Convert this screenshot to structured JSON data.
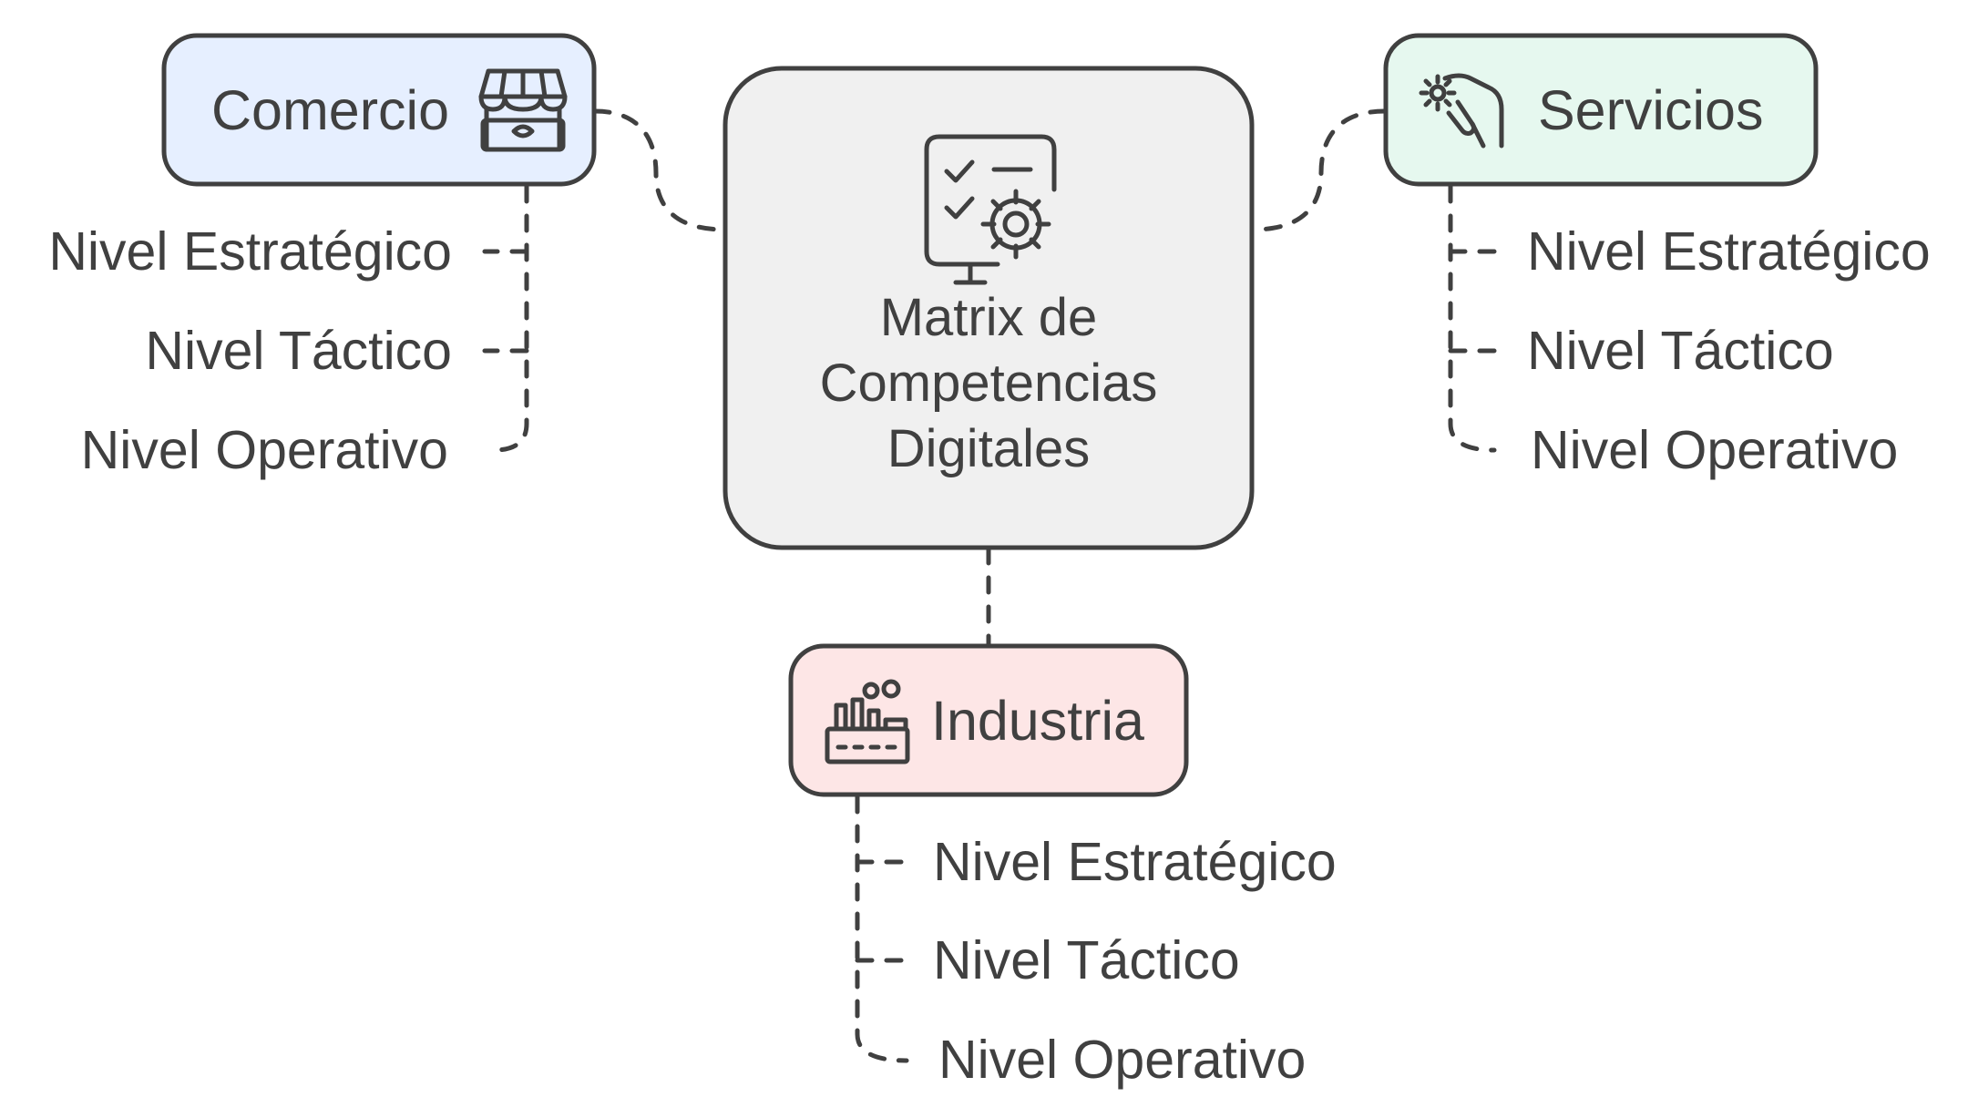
{
  "center": {
    "lines": [
      "Matrix de",
      "Competencias",
      "Digitales"
    ],
    "icon": "checklist-gear-monitor-icon"
  },
  "branches": [
    {
      "id": "comercio",
      "title": "Comercio",
      "icon": "market-stall-icon",
      "fill": "#e6efff",
      "items": [
        "Nivel Estratégico",
        "Nivel Táctico",
        "Nivel Operativo"
      ]
    },
    {
      "id": "servicios",
      "title": "Servicios",
      "icon": "hand-gear-icon",
      "fill": "#e6f8ef",
      "items": [
        "Nivel Estratégico",
        "Nivel Táctico",
        "Nivel Operativo"
      ]
    },
    {
      "id": "industria",
      "title": "Industria",
      "icon": "factory-icon",
      "fill": "#fde6e6",
      "items": [
        "Nivel Estratégico",
        "Nivel Táctico",
        "Nivel Operativo"
      ]
    }
  ],
  "colors": {
    "stroke": "#404040",
    "text": "#404040",
    "center_fill": "#f0f0f0"
  }
}
